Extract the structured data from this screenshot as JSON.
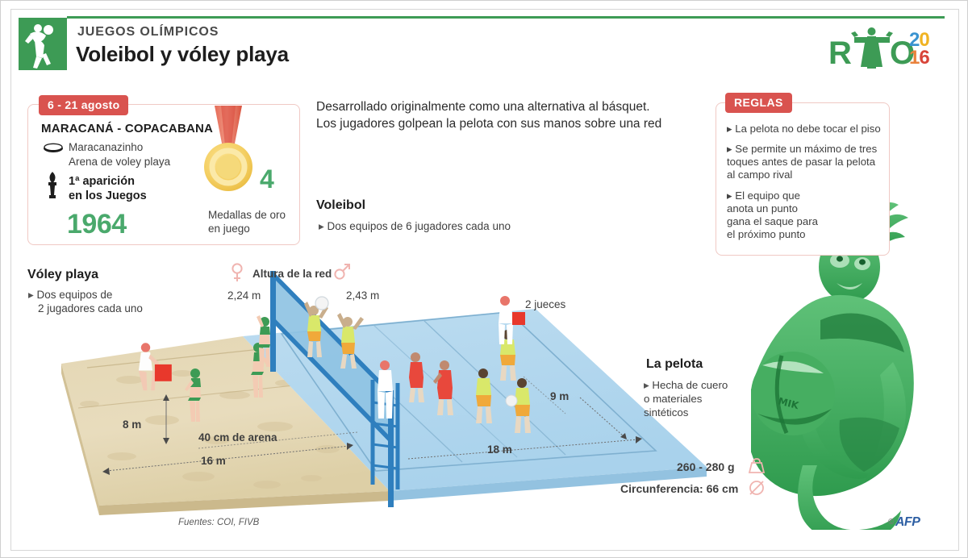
{
  "header": {
    "kicker": "JUEGOS OLÍMPICOS",
    "title": "Voleibol y vóley playa",
    "pictogram_icon": "volleyball-player-pictogram",
    "logo": {
      "word": "RIO",
      "year_top": "20",
      "year_bottom": "16"
    },
    "accent_green": "#3d9b55"
  },
  "venue": {
    "date_tag": "6 - 21 agosto",
    "title": "MARACANÁ - COPACABANA",
    "arena_icon": "arena-icon",
    "venue_line1": "Maracanazinho",
    "venue_line2": "Arena de voley playa",
    "torch_icon": "torch-icon",
    "first_appearance": "1ª aparición\nen los Juegos",
    "first_appearance_l1": "1ª aparición",
    "first_appearance_l2": "en los Juegos",
    "year": "1964",
    "medal_icon": "gold-medal-icon",
    "medal_count": "4",
    "medal_caption": "Medallas de oro en juego"
  },
  "intro": {
    "text": "Desarrollado originalmente como una alternativa al básquet. Los jugadores golpean la pelota con sus manos sobre una red"
  },
  "volleyball": {
    "title": "Voleibol",
    "bullet": "Dos equipos de 6 jugadores cada uno"
  },
  "beach": {
    "title": "Vóley playa",
    "bullet_l1": "Dos equipos de",
    "bullet_l2": "2 jugadores cada uno"
  },
  "net": {
    "label": "Altura de la red",
    "female_icon": "female-symbol-icon",
    "male_icon": "male-symbol-icon",
    "female_height": "2,24 m",
    "male_height": "2,43 m"
  },
  "judges": {
    "label": "2 jueces"
  },
  "rules": {
    "tag": "REGLAS",
    "items": [
      "La pelota no debe tocar el piso",
      "Se permite un máximo de tres toques antes de pasar la pelota al campo rival",
      "El equipo que anota un punto gana el saque para el próximo punto"
    ]
  },
  "ball": {
    "title": "La pelota",
    "bullet": "Hecha de cuero o materiales sintéticos",
    "weight": "260 - 280 g",
    "weight_icon": "weight-icon",
    "circumference": "Circunferencia: 66 cm",
    "diameter_icon": "diameter-icon"
  },
  "dimensions": {
    "beach_width": "8 m",
    "beach_length": "16 m",
    "sand_depth": "40 cm de arena",
    "court_width": "9 m",
    "court_length": "18 m"
  },
  "footer": {
    "sources": "Fuentes: COI, FIVB",
    "credit": "AFP",
    "copyright": "©"
  },
  "photo": {
    "alt": "volleyball-player-photo"
  }
}
